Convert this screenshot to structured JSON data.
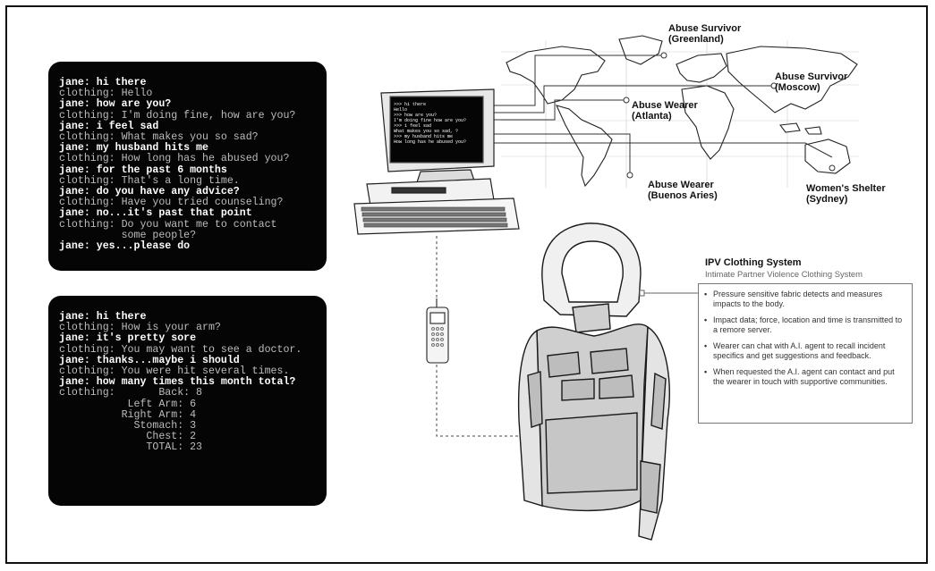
{
  "terminal1": {
    "lines": [
      {
        "speaker": "jane",
        "text": "jane: hi there"
      },
      {
        "speaker": "bot",
        "text": "clothing: Hello"
      },
      {
        "speaker": "jane",
        "text": "jane: how are you?"
      },
      {
        "speaker": "bot",
        "text": "clothing: I'm doing fine, how are you?"
      },
      {
        "speaker": "jane",
        "text": "jane: i feel sad"
      },
      {
        "speaker": "bot",
        "text": "clothing: What makes you so sad?"
      },
      {
        "speaker": "jane",
        "text": "jane: my husband hits me"
      },
      {
        "speaker": "bot",
        "text": "clothing: How long has he abused you?"
      },
      {
        "speaker": "jane",
        "text": "jane: for the past 6 months"
      },
      {
        "speaker": "bot",
        "text": "clothing: That's a long time."
      },
      {
        "speaker": "jane",
        "text": "jane: do you have any advice?"
      },
      {
        "speaker": "bot",
        "text": "clothing: Have you tried counseling?"
      },
      {
        "speaker": "jane",
        "text": "jane: no...it's past that point"
      },
      {
        "speaker": "bot",
        "text": "clothing: Do you want me to contact"
      },
      {
        "speaker": "bot",
        "text": "          some people?"
      },
      {
        "speaker": "jane",
        "text": "jane: yes...please do"
      }
    ]
  },
  "terminal2": {
    "lines": [
      {
        "speaker": "jane",
        "text": "jane: hi there"
      },
      {
        "speaker": "bot",
        "text": "clothing: How is your arm?"
      },
      {
        "speaker": "jane",
        "text": "jane: it's pretty sore"
      },
      {
        "speaker": "bot",
        "text": "clothing: You may want to see a doctor."
      },
      {
        "speaker": "jane",
        "text": "jane: thanks...maybe i should"
      },
      {
        "speaker": "bot",
        "text": "clothing: You were hit several times."
      },
      {
        "speaker": "jane",
        "text": "jane: how many times this month total?"
      },
      {
        "speaker": "bot",
        "text": "clothing:       Back: 8"
      },
      {
        "speaker": "bot",
        "text": "           Left Arm: 6"
      },
      {
        "speaker": "bot",
        "text": "          Right Arm: 4"
      },
      {
        "speaker": "bot",
        "text": "            Stomach: 3"
      },
      {
        "speaker": "bot",
        "text": "              Chest: 2"
      },
      {
        "speaker": "bot",
        "text": "              TOTAL: 23"
      }
    ]
  },
  "monitor_screen": {
    "lines": [
      ">>> hi there",
      "Hello",
      ">>> how are you?",
      "I'm doing fine how are you?",
      ">>> i feel sad",
      "What makes you so sad, ?",
      ">>> my husband hits me",
      "How long has he abused you?"
    ]
  },
  "map_labels": {
    "greenland": [
      "Abuse Survivor",
      "(Greenland)"
    ],
    "moscow": [
      "Abuse Survivor",
      "(Moscow)"
    ],
    "atlanta": [
      "Abuse Wearer",
      "(Atlanta)"
    ],
    "buenos_aires": [
      "Abuse Wearer",
      "(Buenos Aries)"
    ],
    "sydney": [
      "Women's Shelter",
      "(Sydney)"
    ]
  },
  "ipv": {
    "title": "IPV Clothing System",
    "subtitle": "Intimate Partner Violence Clothing System",
    "bullets": [
      "Pressure sensitive fabric detects and measures impacts to the body.",
      "Impact data; force, location and time is transmitted to a remore server.",
      "Wearer can chat with A.I. agent to recall incident specifics and get suggestions and feedback.",
      "When requested the A.I. agent can contact and put the wearer in touch with supportive communities."
    ],
    "bullet_symbol": "•"
  }
}
